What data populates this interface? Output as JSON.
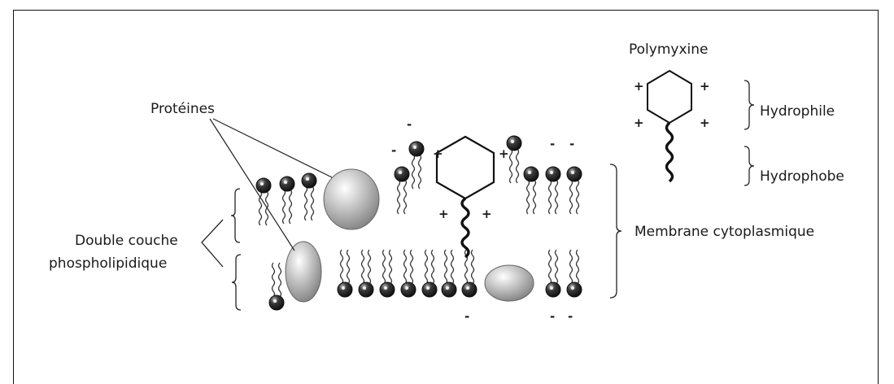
{
  "labels": {
    "proteins": "Protéines",
    "bilayer_line1": "Double couche",
    "bilayer_line2": "phospholipidique",
    "membrane": "Membrane cytoplasmique",
    "polymyxin": "Polymyxine",
    "hydrophilic": "Hydrophile",
    "hydrophobic": "Hydrophobe"
  },
  "signs": {
    "plus": "+",
    "minus": "-"
  },
  "colors": {
    "ink": "#1a1a1a",
    "protein": "#b4b4b4",
    "head": "#2a2a2a"
  }
}
